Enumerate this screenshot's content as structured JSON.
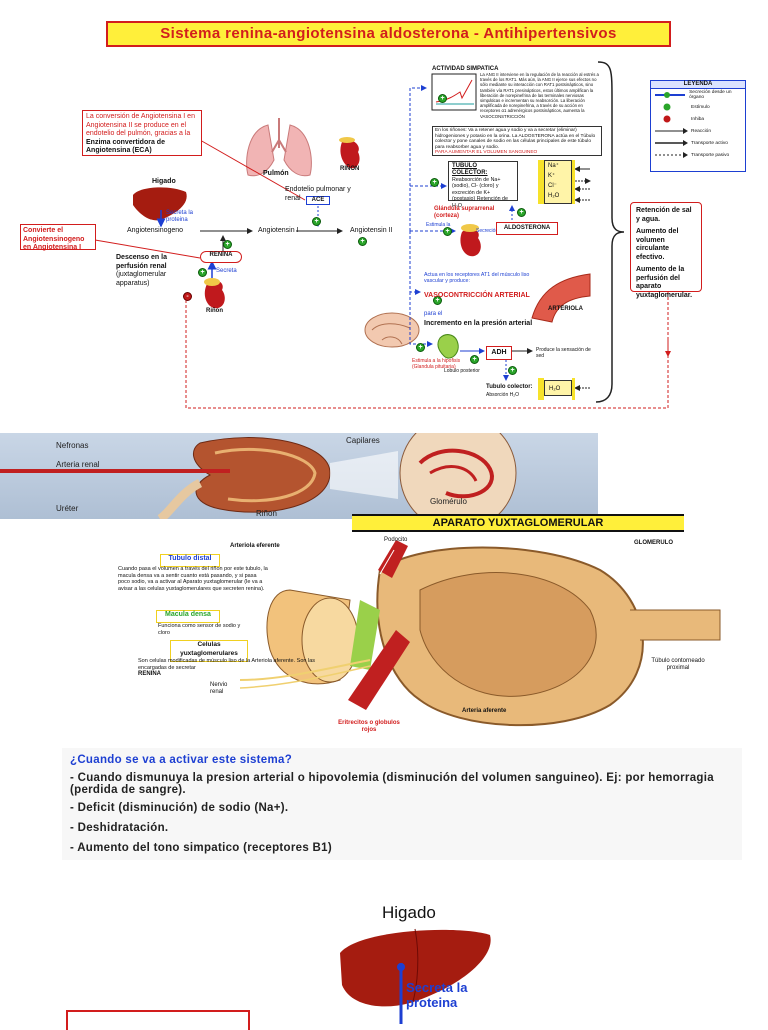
{
  "title": "Sistema renina-angiotensina aldosterona   -  Antihipertensivos",
  "diagram": {
    "higado_label": "Higado",
    "secreta_proteina": "Secreta la proteina",
    "conversion_note_1": "La conversión de Angiotensina I en Angiotensina II se produce en el endotelio del pulmón, gracias a la",
    "conversion_note_2": "Enzima convertidora de Angiotensina (ECA)",
    "pulmon": "Pulmón",
    "rinon_small": "RIÑON",
    "endotelio": "Endotelio pulmonar y renal",
    "ace": "ACE",
    "angiotensinogeno": "Angiotensinogeno",
    "angiotensin_1": "Angiotensin I",
    "angiotensin_2": "Angiotensin II",
    "convierte_note": "Convierte el Angiotensinogeno en Angiotensina I",
    "renina": "RENINA",
    "descenso": "Descenso en la perfusión renal",
    "yuxta": "(juxtaglomerular apparatus)",
    "secreta": "Secreta",
    "rinon": "Riñon",
    "actividad_simpatica": "ACTIVIDAD SIMPATICA",
    "ang2_text": "La ANG II interviene en la regulación de la reacción al estrés a través de los RAT1. Más aún, la ANG II ejerce sus efectos no sólo mediante su interacción con RAT1 postsinápticos, sino también vía RAT1 presinápticos, estos últimos amplifican la liberación de norepinefrina de las terminales nerviosas simpáticas e incrementan su reabsorción. La liberación amplificada de norepinefrina, a través de su acción en receptores α1 adrenérgicos postsinápticos, aumenta la VASOCONSTRICCIÓN",
    "rinones_text": "En los riñones: Va a retener agua y sodio y va a secretar (eliminar) hidrogeniones y potasio en la orina. La ALDOSTERONA actúa en el Túbulo colector y pone canales de sodio en las células principales de este túbulo para reabsorber agua y sodio.",
    "para_aumentar": "PARA AUMENTAR EL VOLUMEN SANGUINEO",
    "tubulo_colector_title": "TUBULO COLECTOR:",
    "tubulo_colector_text": "Reabsorción de Na+ (sodio), Cl- (cloro) y excreción de K+ (postasio) Retención de H₂O",
    "glandula": "Glándula suprarrenal (corteza)",
    "estimula": "Estimula la",
    "secrecion": "Secreción",
    "aldosterona": "ALDOSTERONA",
    "ions": [
      "Na⁺",
      "K⁺",
      "Cl⁻",
      "H₂O"
    ],
    "actua_receptores": "Actua en los receptores AT1 del músculo liso vascular y produce:",
    "vasoconstriccion": "VASOCONTRICCIÓN ARTERIAL",
    "para_el": "para el",
    "incremento": "Incremento en la presión arterial",
    "arteriola": "ARTERIOLA",
    "estimula_hipofisis": "Estimula a la hipofisis (Glandula pituitaria)",
    "lobulo": "Lobulo posterior",
    "adh": "ADH",
    "sensacion_sed": "Produce la sensación de sed",
    "tubulo_colector2": "Tubulo colector:",
    "absorcion": "Absorción H₂O",
    "h2o_box": "H₂O",
    "retencion_1": "Retención de sal y agua.",
    "retencion_2": "Aumento del volumen circulante efectivo.",
    "retencion_3": "Aumento de la perfusión del aparato yuxtaglomerular."
  },
  "legend": {
    "title": "LEYENDA",
    "items": [
      "Secreción desde un órgano",
      "Estímulo",
      "Inhiba",
      "Reacción",
      "Transporte activo",
      "Transporte pasivo"
    ]
  },
  "kidney": {
    "nefronas": "Nefronas",
    "arteria_renal": "Arteria renal",
    "ureter": "Uréter",
    "capilares": "Capilares",
    "glomerulo": "Glomérulo",
    "rinon": "Riñon"
  },
  "aparato": {
    "title": "APARATO  YUXTAGLOMERULAR",
    "arteriola_eferente": "Arteriola eferente",
    "podocito": "Podocito",
    "glomerulo": "GLOMERULO",
    "tubulo_distal": "Tubulo distal",
    "tubulo_distal_text": "Cuando pasa el volumen a través del riñon por este tubulo, la macula densa va a sentir cuanto está pasando, y si pasa poco sodio, va a activar al Aparato yuxtaglomerular (le va a avisar a las celulas yuxtaglomerulares que secreten renina).",
    "macula_densa": "Macula densa",
    "macula_text": "Funciona como sensor de sodio y cloro",
    "celulas": "Celulas yuxtaglomerulares",
    "celulas_text": "Son celulas modificadas de músculo liso de la Arteriola aferente. Son las encargadas de secretar",
    "renina": "RENINA",
    "nervio": "Nervio renal",
    "eritrocitos": "Eritrecitos o globulos rojos",
    "arteria_aferente": "Arteria aferente",
    "tubulo_contorneado": "Túbulo contorneado proximal"
  },
  "activation": {
    "question": "¿Cuando se va a activar este sistema?",
    "items": [
      "- Cuando dismunuya la presion arterial o hipovolemia (disminución del volumen sanguineo). Ej: por hemorragia (perdida de sangre).",
      "- Deficit (disminución) de sodio (Na+).",
      "- Deshidratación.",
      "- Aumento del tono simpatico (receptores B1)"
    ]
  },
  "bottom": {
    "higado": "Higado",
    "secreta": "Secreta la proteina"
  }
}
